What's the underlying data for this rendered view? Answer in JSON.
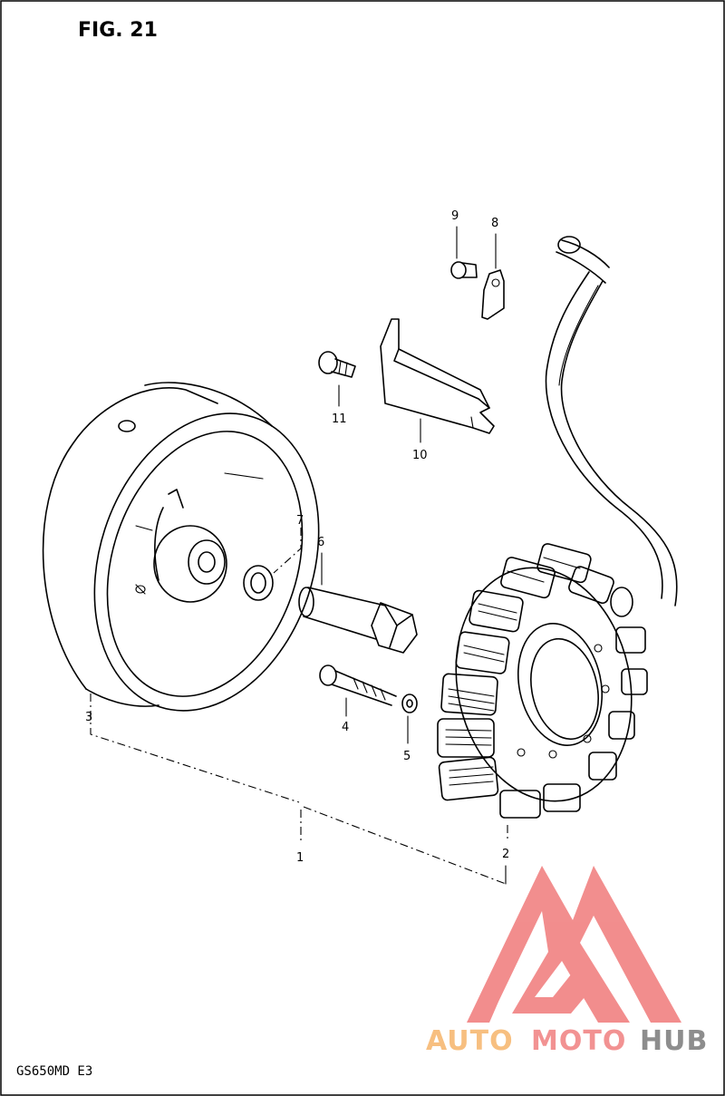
{
  "figure": {
    "title": "FIG. 21",
    "model_code": "GS650MD E3"
  },
  "parts": [
    {
      "ref": "1"
    },
    {
      "ref": "2"
    },
    {
      "ref": "3"
    },
    {
      "ref": "4"
    },
    {
      "ref": "5"
    },
    {
      "ref": "6"
    },
    {
      "ref": "7"
    },
    {
      "ref": "8"
    },
    {
      "ref": "9"
    },
    {
      "ref": "10"
    },
    {
      "ref": "11"
    }
  ],
  "watermark": {
    "word_auto": "AUTO",
    "word_moto": "MOTO",
    "word_hub": "HUB",
    "colors": {
      "auto": "#f6b56b",
      "moto": "#f08080",
      "hub": "#7a7a7a",
      "logo": "#f07a7a"
    }
  }
}
